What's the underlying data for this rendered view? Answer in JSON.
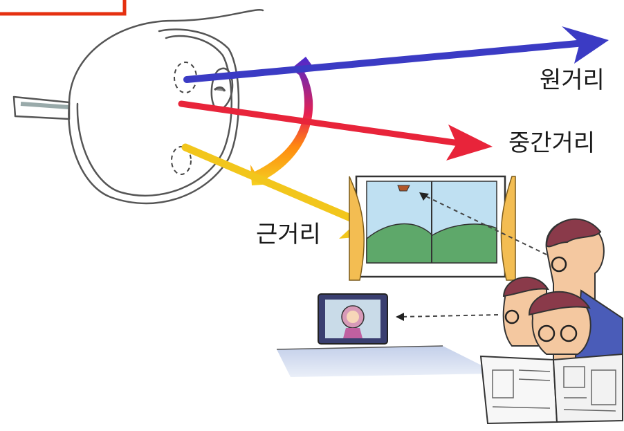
{
  "labels": {
    "far": "원거리",
    "intermediate": "중간거리",
    "near": "근거리"
  },
  "colors": {
    "far_arrow": "#3b3bc4",
    "intermediate_arrow": "#e8243a",
    "near_arrow": "#f2c61c",
    "red_frame": "#e53010"
  },
  "icons": [
    "eyeglasses-icon",
    "window-icon",
    "tv-icon",
    "newspaper-icon",
    "person-icon"
  ]
}
